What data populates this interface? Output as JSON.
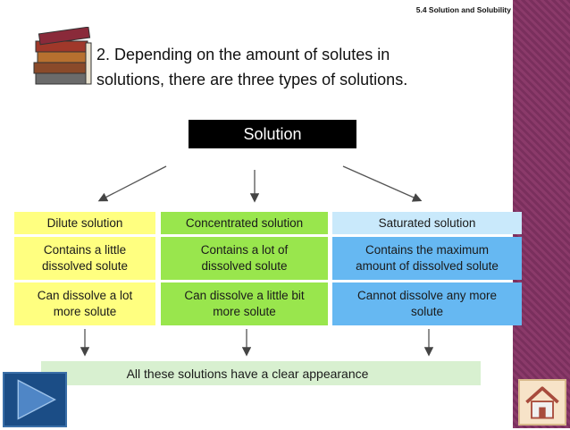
{
  "header": {
    "title": "5.4 Solution and Solubility"
  },
  "intro": {
    "line1": "2. Depending on the amount of solutes in",
    "line2": "solutions, there are three types of solutions."
  },
  "root_label": "Solution",
  "columns": [
    {
      "header": "Dilute solution",
      "row1": "Contains a little dissolved solute",
      "row1a": "Contains a little",
      "row1b": "dissolved solute",
      "row2a": "Can dissolve a lot",
      "row2b": "more solute"
    },
    {
      "header": "Concentrated   solution",
      "row1a": "Contains a lot of",
      "row1b": "dissolved solute",
      "row2a": "Can dissolve a little bit",
      "row2b": "more solute"
    },
    {
      "header": "Saturated solution",
      "row1a": "Contains the maximum",
      "row1b": "amount of   dissolved solute",
      "row2a": "Cannot dissolve any more",
      "row2b": "solute"
    }
  ],
  "footer": "All these solutions have a clear appearance",
  "colors": {
    "yellow": "#ffff80",
    "green": "#99e64d",
    "light_blue": "#c9e9fb",
    "blue": "#66b8f2",
    "footer": "#d8f0d0",
    "strip": "#8b3a6a"
  },
  "icons": {
    "books": "books-icon",
    "next": "play-arrow-icon",
    "home": "home-icon"
  }
}
